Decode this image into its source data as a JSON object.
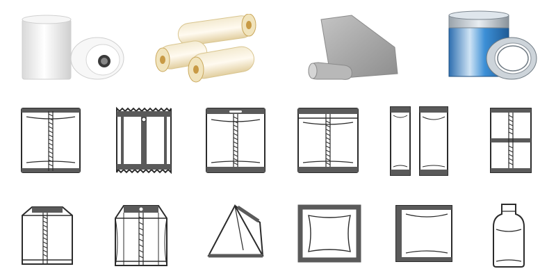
{
  "colors": {
    "background": "#ffffff",
    "outline": "#2b2b2b",
    "seal": "#5a5a5a",
    "film_white": "#f2f2f2",
    "film_clear": "#e8d9b0",
    "film_core": "#c89a45",
    "film_grey": "#9a9a9a",
    "film_foil": "#3c8fd6",
    "film_foil_light": "#cfe4f5"
  },
  "film_rolls": [
    {
      "name": "white-film-roll",
      "icon": "roll-icon"
    },
    {
      "name": "clear-film-roll",
      "icon": "roll-icon"
    },
    {
      "name": "grey-film-sheet",
      "icon": "sheet-icon"
    },
    {
      "name": "aluminum-foil-roll",
      "icon": "foil-roll-icon"
    }
  ],
  "bag_types": [
    {
      "name": "back-seal-pillow-bag",
      "icon": "pouch-icon"
    },
    {
      "name": "serrated-back-seal-bag",
      "icon": "pouch-icon"
    },
    {
      "name": "hang-hole-back-seal-bag",
      "icon": "pouch-icon"
    },
    {
      "name": "zipper-back-seal-bag",
      "icon": "pouch-icon"
    },
    {
      "name": "stick-pack-pair",
      "icon": "stick-pack-icon"
    },
    {
      "name": "continuous-linked-bags",
      "icon": "pouch-icon"
    },
    {
      "name": "gusset-block-bottom-bag",
      "icon": "gusset-bag-icon"
    },
    {
      "name": "quad-seal-gusset-bag",
      "icon": "gusset-bag-icon"
    },
    {
      "name": "triangle-pyramid-bag",
      "icon": "triangle-bag-icon"
    },
    {
      "name": "four-side-seal-bag",
      "icon": "sachet-icon"
    },
    {
      "name": "three-side-seal-bag",
      "icon": "sachet-icon"
    },
    {
      "name": "shaped-bottle-pouch",
      "icon": "shaped-pouch-icon"
    }
  ]
}
